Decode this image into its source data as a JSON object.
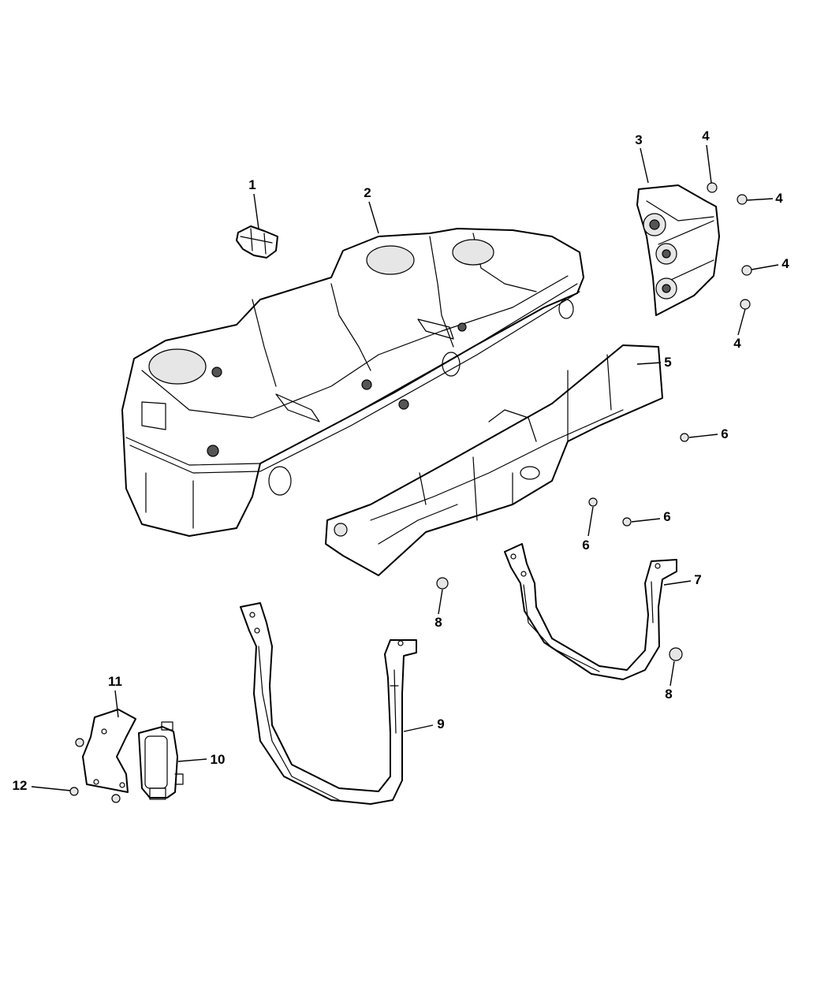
{
  "callouts": {
    "c1": "1",
    "c2": "2",
    "c3": "3",
    "c4a": "4",
    "c4b": "4",
    "c4c": "4",
    "c4d": "4",
    "c5": "5",
    "c6a": "6",
    "c6b": "6",
    "c6c": "6",
    "c7": "7",
    "c8a": "8",
    "c8b": "8",
    "c9": "9",
    "c10": "10",
    "c11": "11",
    "c12": "12"
  },
  "colors": {
    "line": "#000000",
    "background": "#ffffff"
  }
}
